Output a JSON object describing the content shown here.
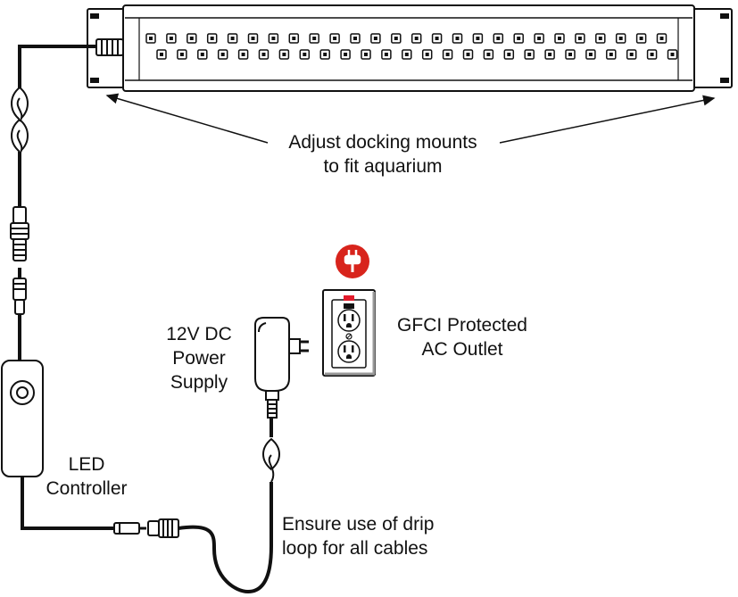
{
  "labels": {
    "docking": [
      "Adjust docking mounts",
      "to fit aquarium"
    ],
    "outlet": [
      "GFCI Protected",
      "AC Outlet"
    ],
    "power_supply": [
      "12V DC",
      "Power",
      "Supply"
    ],
    "controller": [
      "LED",
      "Controller"
    ],
    "drip_loop": [
      "Ensure use of drip",
      "loop for all cables"
    ]
  },
  "icons": {
    "plug_badge": "plug-icon",
    "plug_badge_color": "#d8241c"
  },
  "colors": {
    "line": "#111111",
    "outlet_indicator": "#e21b2b"
  }
}
